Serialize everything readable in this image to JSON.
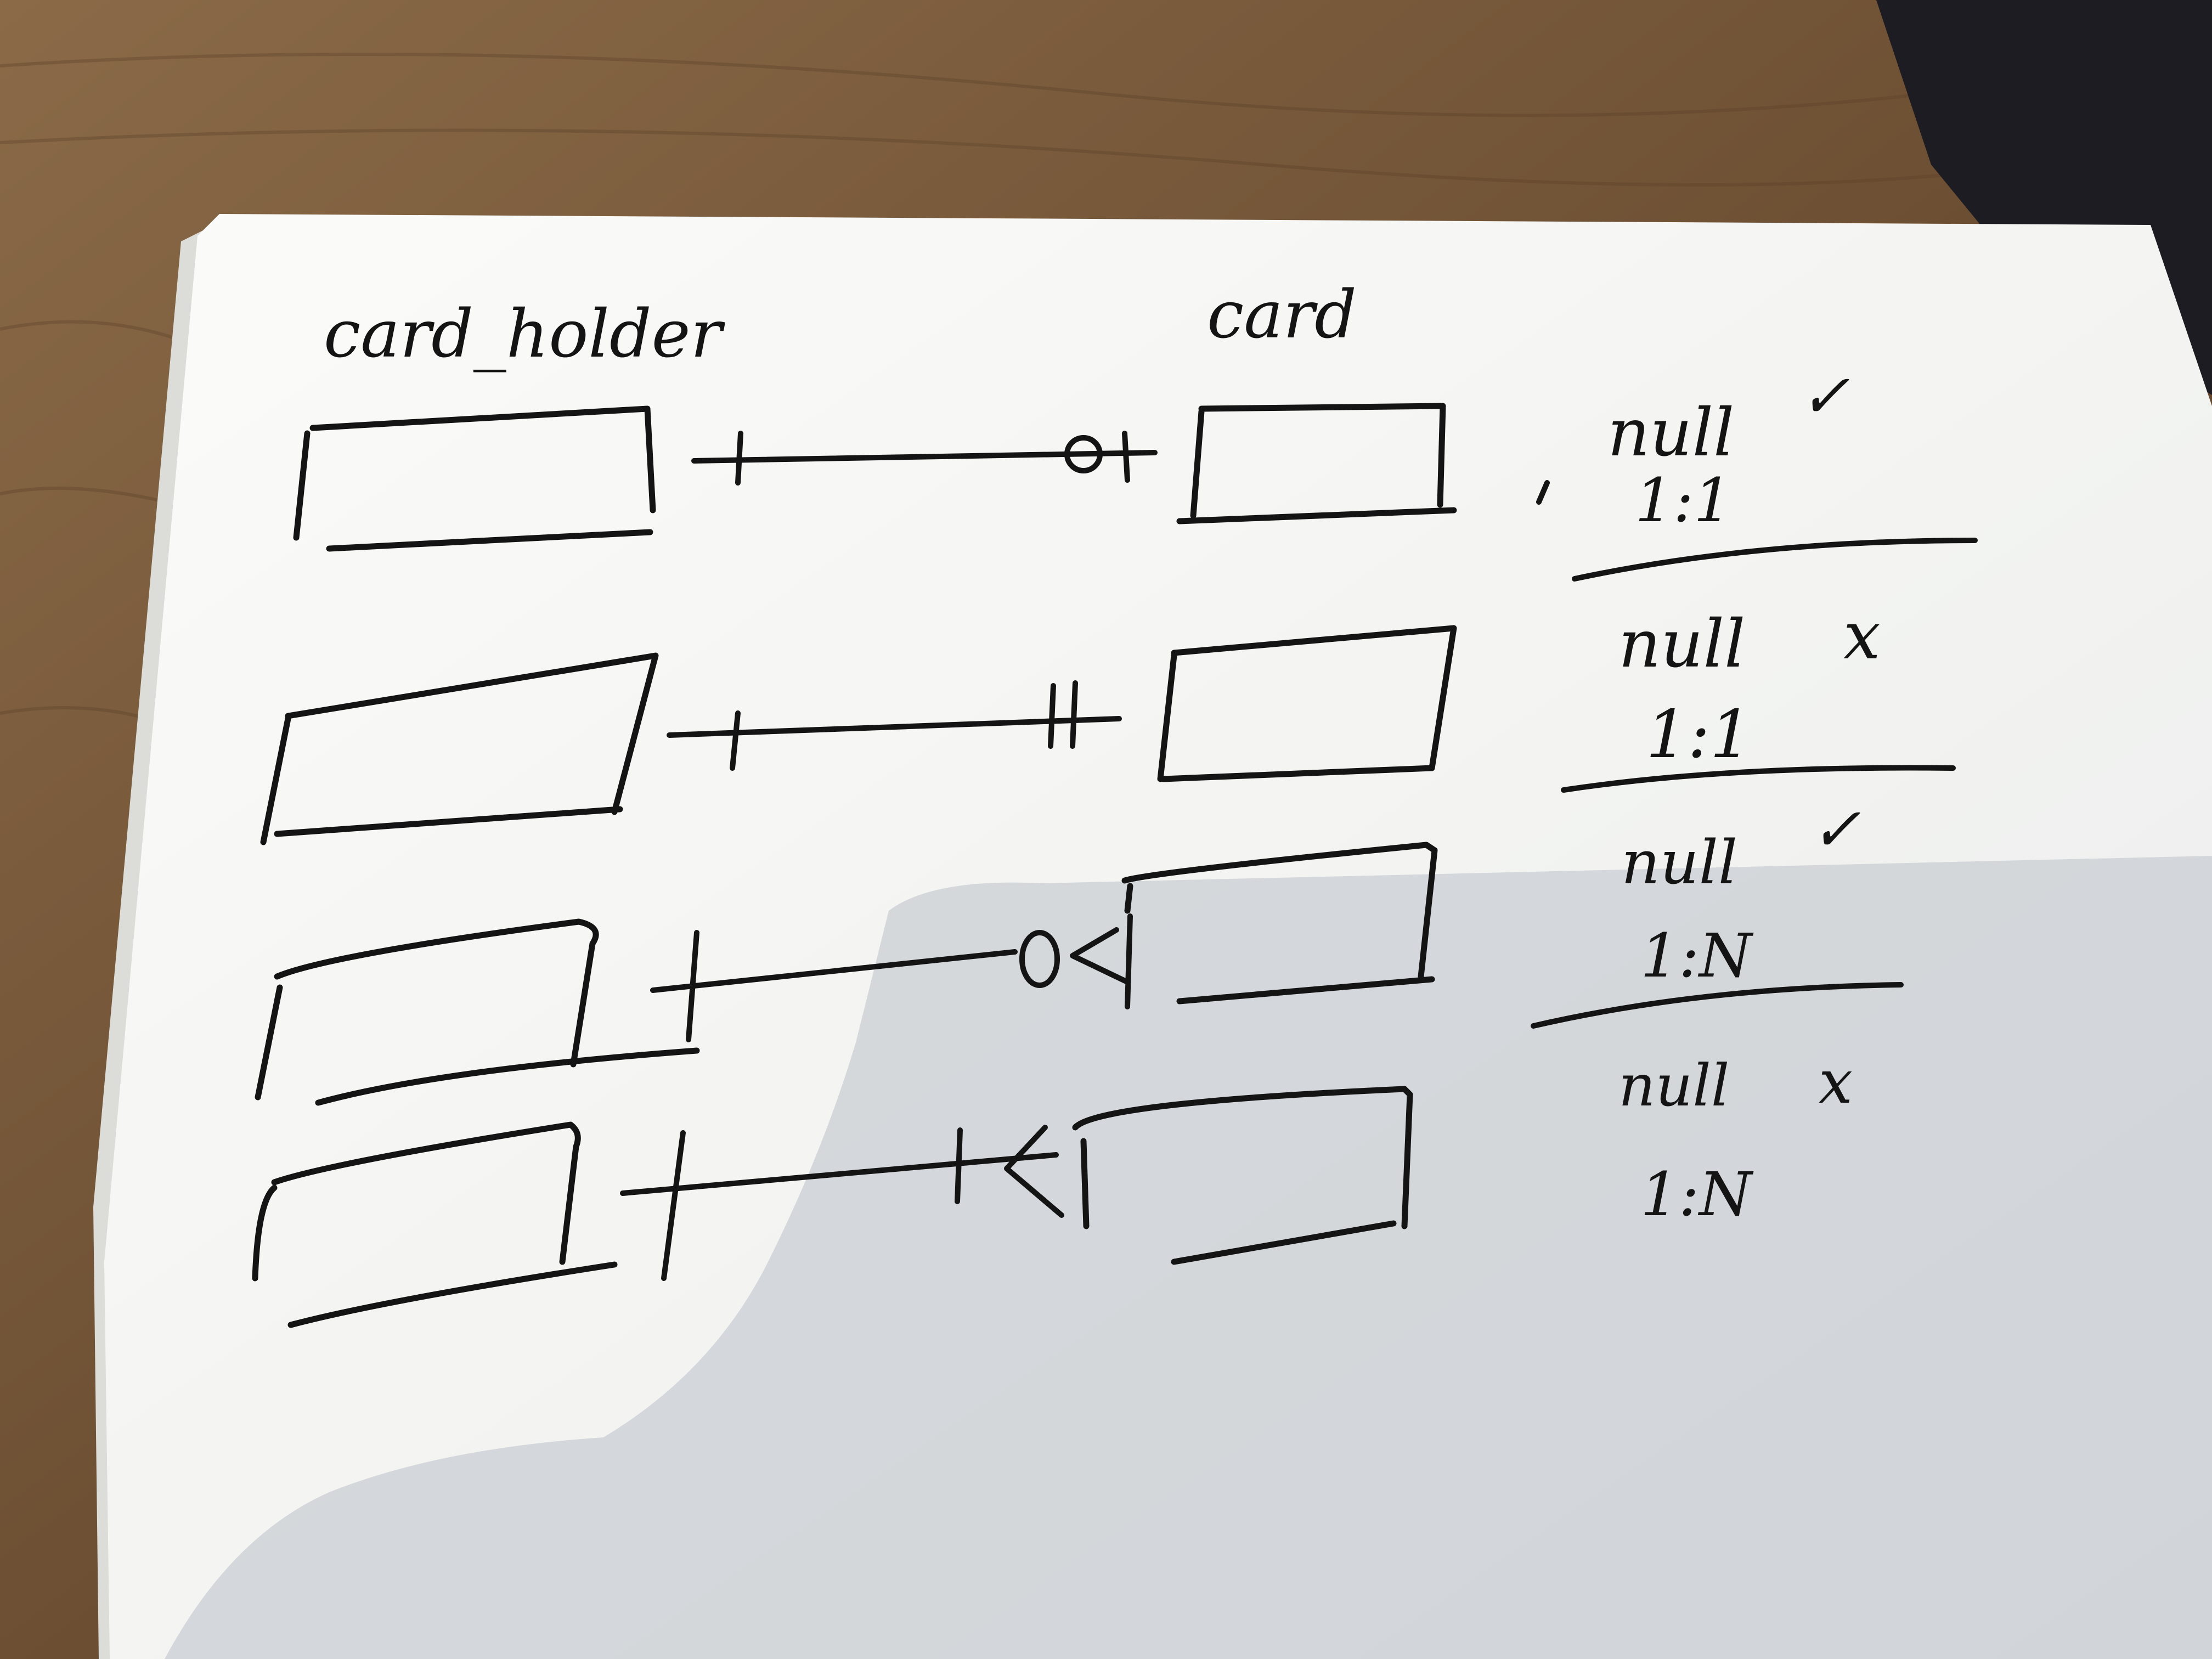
{
  "entities": {
    "left_label": "card_holder",
    "right_label": "card"
  },
  "relationships": [
    {
      "null_text": "null",
      "null_mark": "✓",
      "ratio": "1:1",
      "left_end": "one",
      "right_end": "zero-or-one"
    },
    {
      "null_text": "null",
      "null_mark": "x",
      "ratio": "1:1",
      "left_end": "one",
      "right_end": "exactly-one"
    },
    {
      "null_text": "null",
      "null_mark": "✓",
      "ratio": "1:N",
      "left_end": "one",
      "right_end": "zero-or-many"
    },
    {
      "null_text": "null",
      "null_mark": "x",
      "ratio": "1:N",
      "left_end": "one",
      "right_end": "one-or-many"
    }
  ],
  "colors": {
    "ink": "#141414",
    "paper": "#f7f7f4",
    "table": "#7a5a38",
    "shadow": "#c9ced3"
  }
}
